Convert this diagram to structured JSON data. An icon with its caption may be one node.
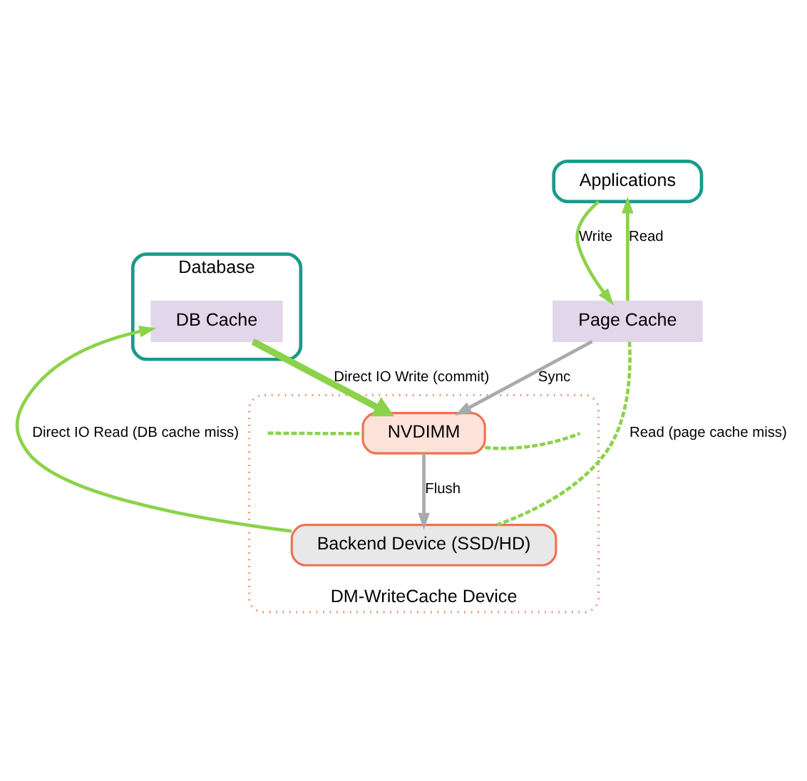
{
  "diagram": {
    "nodes": [
      {
        "text": [
          "Database"
        ]
      },
      {
        "text": [
          "DB Cache"
        ],
        "in": 0
      },
      {
        "text": [
          "Applications"
        ]
      },
      {
        "text": [
          "Page Cache"
        ]
      },
      {
        "text": [
          "DM-WriteCache Device"
        ]
      },
      {
        "text": [
          "NVDIMM"
        ],
        "in": 4
      },
      {
        "text": [
          "Backend Device (SSD/HD)"
        ],
        "in": 4
      }
    ],
    "edges": [
      {
        "from": 2,
        "to": 3,
        "arrow": "to",
        "label": "Write"
      },
      {
        "from": 3,
        "to": 2,
        "arrow": "to",
        "label": "Read"
      },
      {
        "from": 1,
        "to": 5,
        "arrow": "to",
        "label": "Direct IO Write (commit)",
        "style": "thick"
      },
      {
        "from": 3,
        "to": 5,
        "arrow": "to",
        "label": "Sync",
        "color": "#aaaaaa"
      },
      {
        "from": 6,
        "to": 1,
        "arrow": "to",
        "label": "Direct IO Read (DB cache miss)"
      },
      {
        "from": 5,
        "to": 6,
        "arrow": "to",
        "label": "Flush",
        "color": "#aaaaaa"
      },
      {
        "from": 6,
        "to": 3,
        "arrow": "none",
        "label": "Read (page cache miss)",
        "style": "dashed"
      },
      {
        "from": 5,
        "to": null,
        "arrow": "none",
        "style": "dashed"
      },
      {
        "from": 5,
        "to": null,
        "arrow": "none",
        "style": "dashed"
      }
    ]
  }
}
